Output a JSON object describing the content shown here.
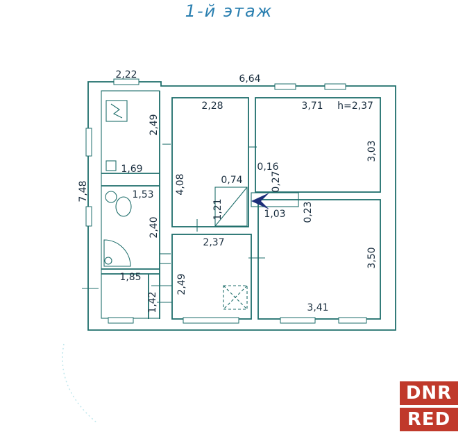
{
  "title": "1-й этаж",
  "dimensions": {
    "outer_top_left": "2,22",
    "outer_top": "6,64",
    "outer_left": "7,48",
    "wc_height": "2,49",
    "wc_width": "1,69",
    "bath_width": "1,53",
    "bath_height": "2,40",
    "corridor_width": "1,85",
    "corridor_height": "1,42",
    "room1_width": "2,28",
    "room1_height": "4,08",
    "stair_width": "0,74",
    "stair_height": "1,21",
    "room2_width": "3,71",
    "ceiling_height": "h=2,37",
    "room2_height": "3,03",
    "gap_width": "0,16",
    "gap_height": "0,27",
    "niche_width": "1,03",
    "niche_depth": "0,23",
    "kitchen_width": "2,37",
    "kitchen_height": "2,49",
    "room3_height": "3,50",
    "room3_width": "3,41"
  },
  "watermark": {
    "line1": "DNR",
    "line2": "RED",
    "color": "#c0392b"
  },
  "colors": {
    "wall": "#1e6e6b",
    "title": "#2a7fb0",
    "text": "#1a2e3f"
  }
}
